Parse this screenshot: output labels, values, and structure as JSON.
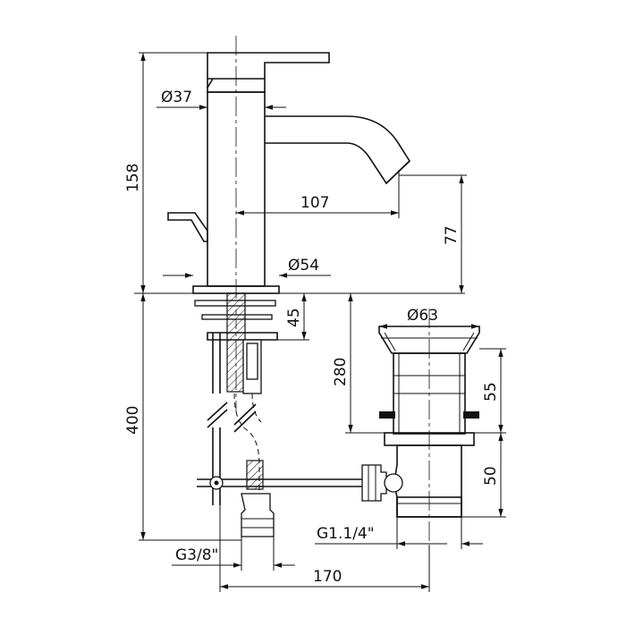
{
  "dimensions": {
    "dia_37": "Ø37",
    "height_158": "158",
    "reach_107": "107",
    "height_77": "77",
    "dia_54": "Ø54",
    "depth_45": "45",
    "height_400": "400",
    "dia_63": "Ø63",
    "height_280": "280",
    "height_55": "55",
    "height_50": "50",
    "thread_g114": "G1.1/4\"",
    "thread_g38": "G3/8\"",
    "width_170": "170"
  }
}
